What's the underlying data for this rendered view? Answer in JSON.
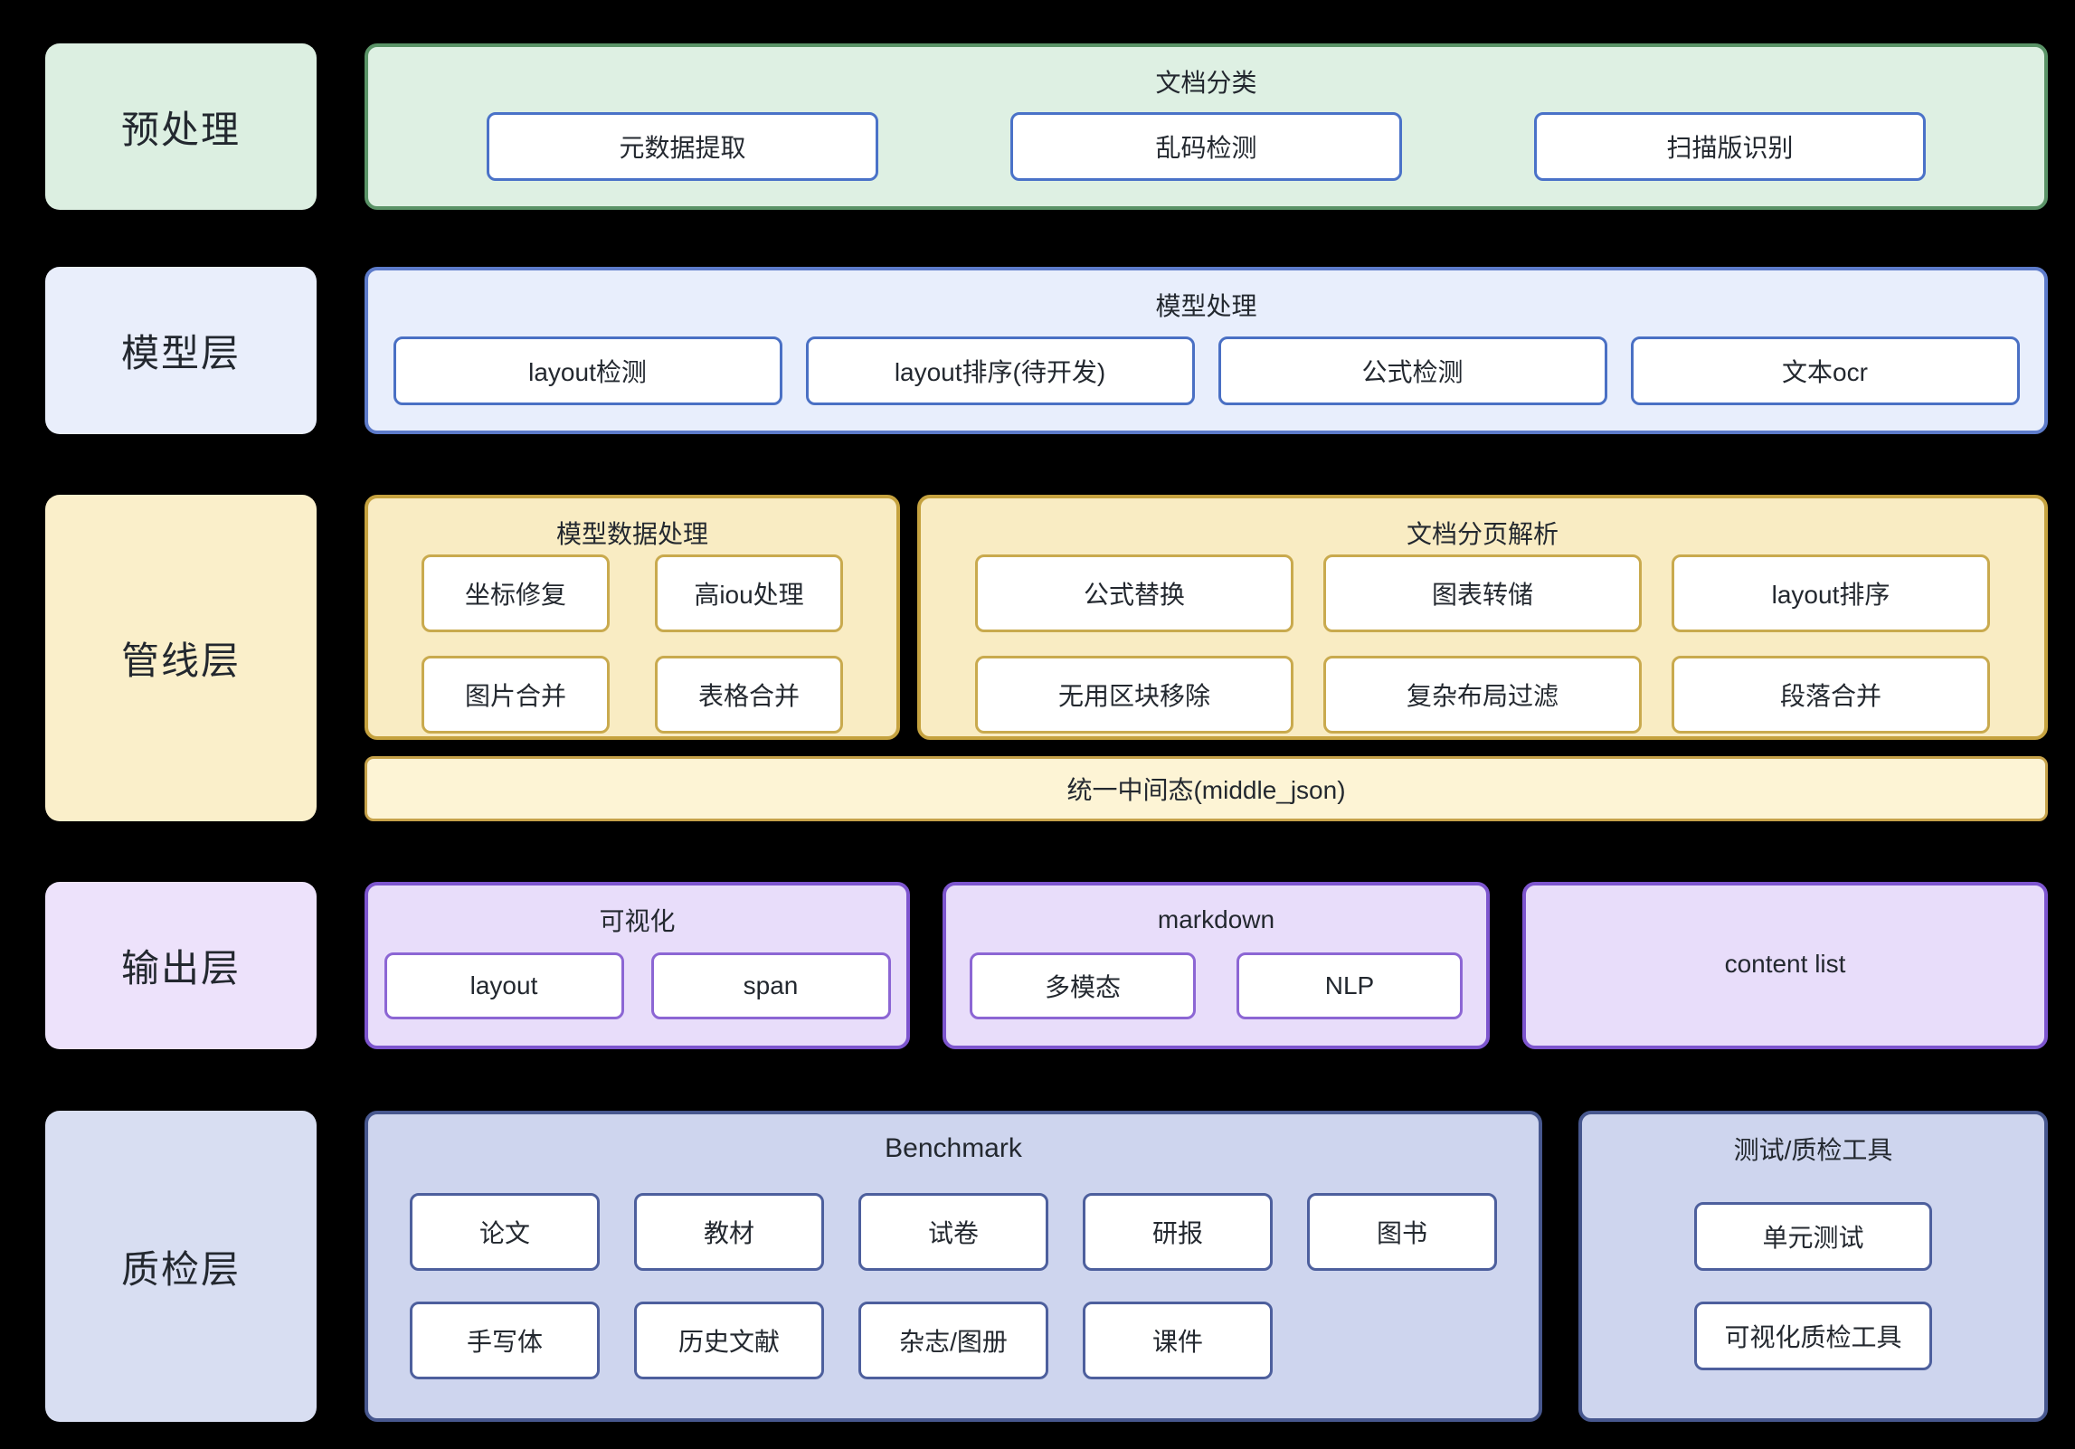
{
  "themes": {
    "green": {
      "label": "#dcefe1",
      "fill": "#def0e3",
      "border": "#5a9367",
      "node": "#4a72c8"
    },
    "blue": {
      "label": "#e9eefb",
      "fill": "#e8eefc",
      "border": "#5d7bca",
      "node": "#4a70c4"
    },
    "yellow": {
      "label": "#faefca",
      "fill": "#f9ecc3",
      "border": "#c5a23f",
      "node": "#c9aa4e",
      "stripFill": "#fdf4d5",
      "stripBorder": "#c6a24a"
    },
    "purple": {
      "label": "#ede2fb",
      "fill": "#e8ddfa",
      "border": "#7d55ce",
      "node": "#8c66d4"
    },
    "slate": {
      "label": "#d8def2",
      "fill": "#ced5ee",
      "border": "#47578e",
      "node": "#4d5f9d"
    }
  },
  "background": "#000000",
  "text_color": "#23282f",
  "layers": [
    {
      "label": "预处理",
      "groups": [
        {
          "title": "文档分类",
          "items": [
            "元数据提取",
            "乱码检测",
            "扫描版识别"
          ]
        }
      ]
    },
    {
      "label": "模型层",
      "groups": [
        {
          "title": "模型处理",
          "items": [
            "layout检测",
            "layout排序(待开发)",
            "公式检测",
            "文本ocr"
          ]
        }
      ]
    },
    {
      "label": "管线层",
      "groups": [
        {
          "title": "模型数据处理",
          "items": [
            "坐标修复",
            "高iou处理",
            "图片合并",
            "表格合并"
          ]
        },
        {
          "title": "文档分页解析",
          "items": [
            "公式替换",
            "图表转储",
            "layout排序",
            "无用区块移除",
            "复杂布局过滤",
            "段落合并"
          ]
        }
      ],
      "strip": "统一中间态(middle_json)"
    },
    {
      "label": "输出层",
      "groups": [
        {
          "title": "可视化",
          "items": [
            "layout",
            "span"
          ]
        },
        {
          "title": "markdown",
          "items": [
            "多模态",
            "NLP"
          ]
        },
        {
          "title": "content list",
          "items": []
        }
      ]
    },
    {
      "label": "质检层",
      "groups": [
        {
          "title": "Benchmark",
          "items": [
            "论文",
            "教材",
            "试卷",
            "研报",
            "图书",
            "手写体",
            "历史文献",
            "杂志/图册",
            "课件"
          ]
        },
        {
          "title": "测试/质检工具",
          "items": [
            "单元测试",
            "可视化质检工具"
          ]
        }
      ]
    }
  ]
}
